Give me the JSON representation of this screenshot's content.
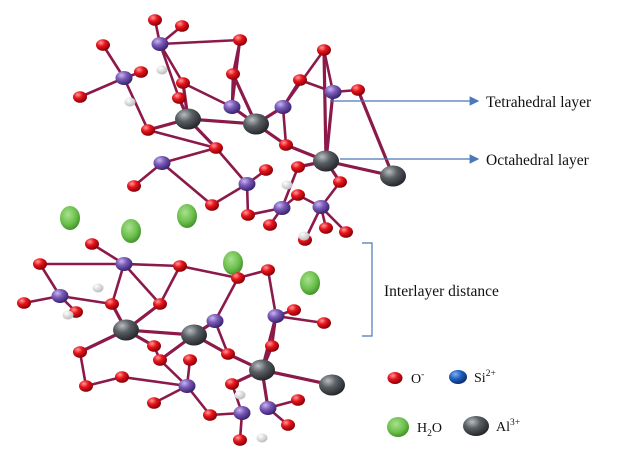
{
  "labels": {
    "tetrahedral": "Tetrahedral layer",
    "octahedral": "Octahedral layer",
    "interlayer": "Interlayer distance"
  },
  "legend": {
    "oxygen": {
      "symbol": "O",
      "charge": "-"
    },
    "silicon": {
      "symbol": "Si",
      "charge": "2+"
    },
    "water": {
      "base": "H",
      "sub": "2",
      "tail": "O"
    },
    "aluminum": {
      "symbol": "Al",
      "charge": "3+"
    }
  },
  "colors": {
    "oxygen": "#e8141c",
    "silicon": "#7a5bb8",
    "silicon_legend": "#1f5fbf",
    "aluminum": "#5a5f64",
    "water": "#6abf4b",
    "hydrogen": "#eeeeee",
    "arrow": "#4a78b8",
    "bond": "#8b1a4a"
  }
}
